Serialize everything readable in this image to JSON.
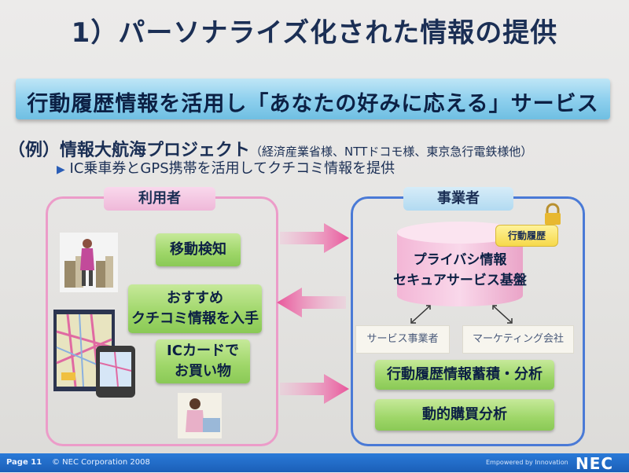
{
  "title": "1）パーソナライズ化された情報の提供",
  "banner": "行動履歴情報を活用し「あなたの好みに応える」サービス",
  "example": {
    "paren": "（例）",
    "project": "情報大航海プロジェクト",
    "sponsors": "（経済産業省様、NTTドコモ様、東京急行電鉄様他）"
  },
  "subline": "IC乗車券とGPS携帯を活用してクチコミ情報を提供",
  "user_panel": {
    "label": "利用者",
    "btn1": "移動検知",
    "btn2_line1": "おすすめ",
    "btn2_line2": "クチコミ情報を入手",
    "btn3_line1": "ICカードで",
    "btn3_line2": "お買い物"
  },
  "biz_panel": {
    "label": "事業者",
    "tag": "行動履歴",
    "cyl_line1": "プライバシ情報",
    "cyl_line2": "セキュアサービス基盤",
    "box_left": "サービス事業者",
    "box_right": "マーケティング会社",
    "btn1": "行動履歴情報蓄積・分析",
    "btn2": "動的購買分析"
  },
  "footer": {
    "page": "Page 11",
    "copyright": "© NEC Corporation 2008",
    "tagline": "Empowered by Innovation",
    "logo": "NEC"
  },
  "colors": {
    "title": "#1b2f55",
    "banner": "#8fd0ee",
    "user_border": "#ec9cc9",
    "biz_border": "#4a7ad6",
    "green_button": "#9ed668",
    "arrow_pink": "#e8559a",
    "footer": "#1b5fb8"
  }
}
